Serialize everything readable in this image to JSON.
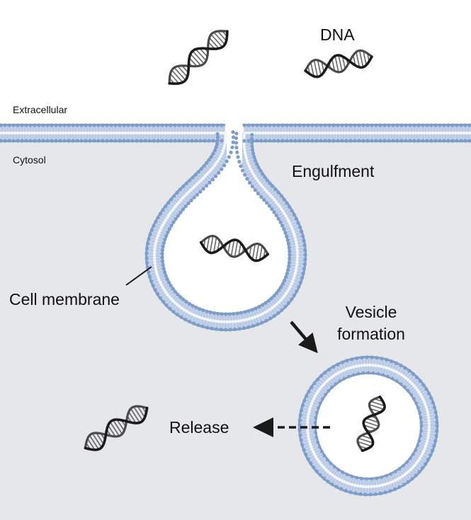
{
  "colors": {
    "background_top": "#ffffff",
    "cytosol": "#e6e7ea",
    "membrane_head": "#7f9dc9",
    "membrane_tail": "#c5d3ea",
    "membrane_core": "#f3f6fb",
    "dna_dark": "#1a1a1a",
    "dna_rung": "#666666",
    "arrow": "#1a1a1a"
  },
  "labels": {
    "dna": "DNA",
    "extracellular": "Extracellular",
    "cytosol": "Cytosol",
    "engulfment": "Engulfment",
    "cell_membrane": "Cell membrane",
    "vesicle_formation_line1": "Vesicle",
    "vesicle_formation_line2": "formation",
    "release": "Release"
  },
  "icons": {
    "dna": "dna-double-helix-icon",
    "solid_arrow": "arrow-down-right-icon",
    "dashed_arrow": "dashed-arrow-left-icon"
  }
}
